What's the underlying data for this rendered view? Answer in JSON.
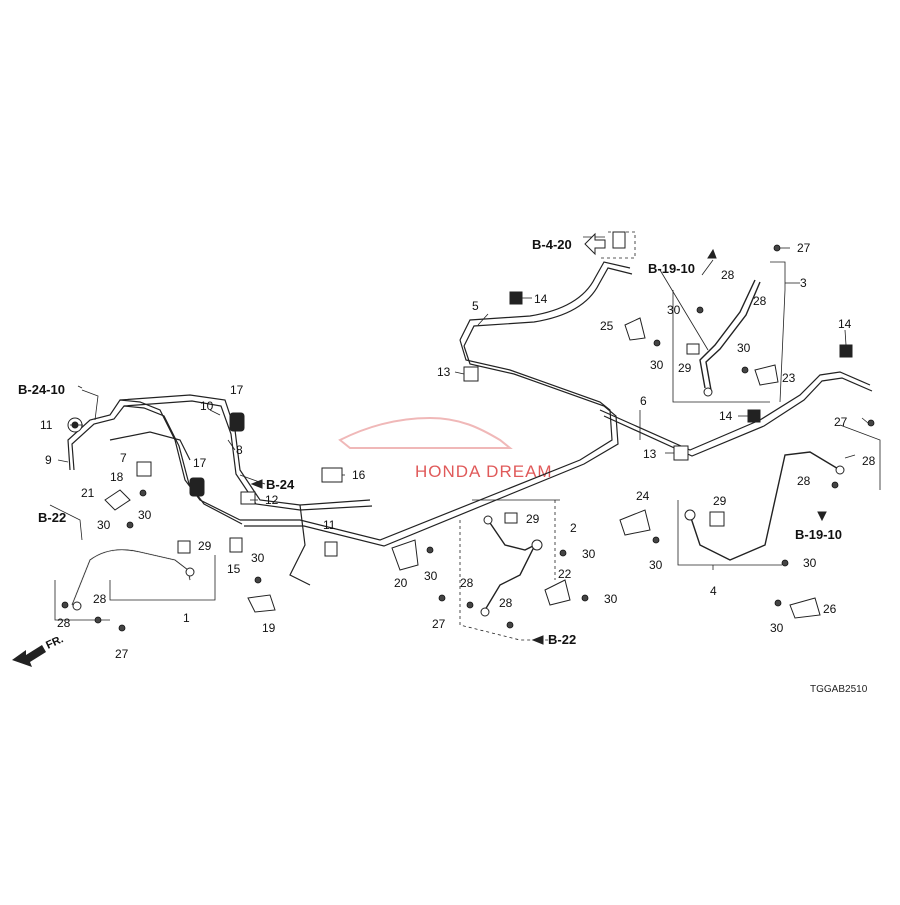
{
  "diagram_code": "TGGAB2510",
  "front_label": "FR.",
  "watermark": {
    "text": "HONDA DREAM",
    "color": "#e05a5a"
  },
  "refs": {
    "b24_10": "B-24-10",
    "b24": "B-24",
    "b22_left": "B-22",
    "b22_mid": "B-22",
    "b4_20": "B-4-20",
    "b19_10_top": "B-19-10",
    "b19_10_right": "B-19-10"
  },
  "labels": {
    "n1": "1",
    "n2": "2",
    "n3": "3",
    "n4": "4",
    "n5": "5",
    "n6": "6",
    "n7": "7",
    "n8": "8",
    "n9": "9",
    "n10": "10",
    "n11a": "11",
    "n11b": "11",
    "n12": "12",
    "n13a": "13",
    "n13b": "13",
    "n14a": "14",
    "n14b": "14",
    "n14c": "14",
    "n15": "15",
    "n16": "16",
    "n17a": "17",
    "n17b": "17",
    "n18": "18",
    "n19": "19",
    "n20": "20",
    "n21": "21",
    "n22": "22",
    "n23": "23",
    "n24": "24",
    "n25": "25",
    "n26": "26",
    "n27a": "27",
    "n27b": "27",
    "n27c": "27",
    "n27d": "27",
    "n28a": "28",
    "n28b": "28",
    "n28c": "28",
    "n28d": "28",
    "n28e": "28",
    "n28f": "28",
    "n28g": "28",
    "n28h": "28",
    "n29a": "29",
    "n29b": "29",
    "n29c": "29",
    "n29d": "29",
    "n30a": "30",
    "n30b": "30",
    "n30c": "30",
    "n30d": "30",
    "n30e": "30",
    "n30f": "30",
    "n30g": "30",
    "n30h": "30",
    "n30i": "30",
    "n30j": "30",
    "n30k": "30",
    "n30l": "30"
  }
}
